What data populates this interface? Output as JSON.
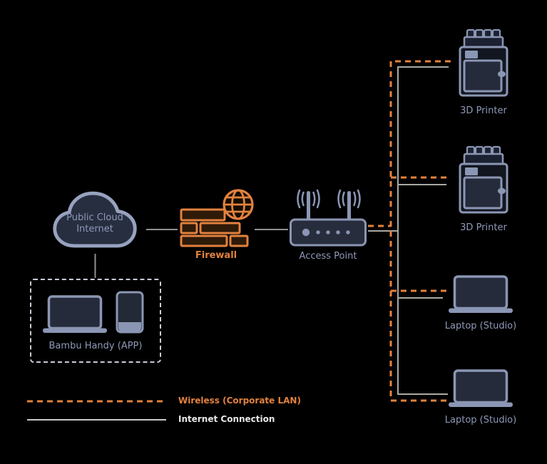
{
  "colors": {
    "background": "#000000",
    "accent_orange": "#e2823e",
    "brick_fill": "#2e1a08",
    "node_stroke": "#8b96b4",
    "cloud_stroke": "#97a2be",
    "node_fill": "#272d3d",
    "label_text": "#8d99b8",
    "link_gray": "#909090",
    "lan_gray": "#a9aaa2",
    "legend_gray": "#c9c9c9",
    "white_text": "#e8e8e8"
  },
  "nodes": {
    "cloud": {
      "label": "Public Cloud\nInternet"
    },
    "firewall": {
      "label": "Firewall"
    },
    "access_point": {
      "label": "Access Point"
    },
    "printer_top": {
      "label": "3D Printer"
    },
    "printer_mid": {
      "label": "3D Printer"
    },
    "laptop_mid": {
      "label": "Laptop (Studio)"
    },
    "laptop_bottom": {
      "label": "Laptop (Studio)"
    },
    "handy_group": {
      "label": "Bambu Handy (APP)"
    }
  },
  "legend": {
    "wireless_label": "Wireless (Corporate LAN)",
    "internet_label": "Internet Connection"
  }
}
